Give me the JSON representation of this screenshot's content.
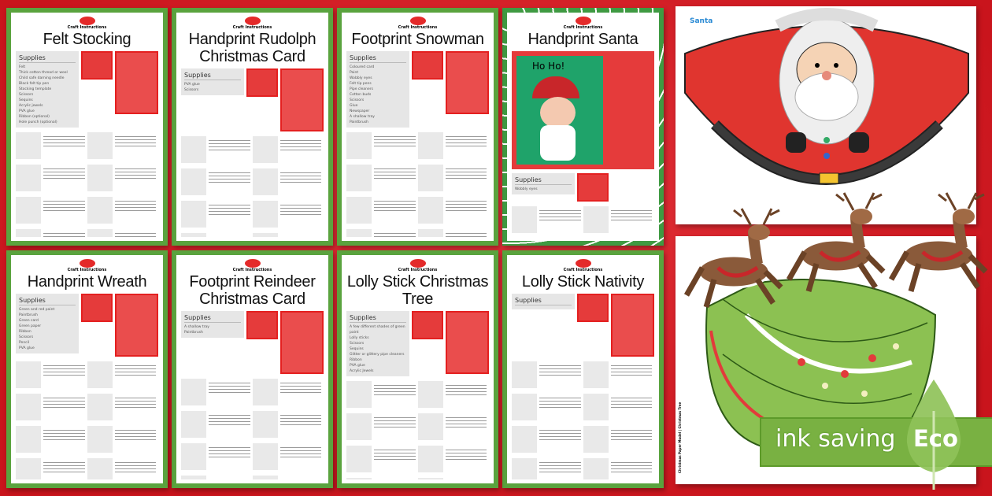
{
  "common": {
    "craft_label": "Craft Instructions",
    "supplies_label": "Supplies"
  },
  "pages": [
    {
      "id": "rudolph",
      "title": "Handprint Rudolph Christmas Card",
      "supplies": [
        "PVA glue",
        "Scissors"
      ]
    },
    {
      "id": "stocking",
      "title": "Felt Stocking",
      "supplies": [
        "Felt",
        "Thick cotton thread or wool",
        "Child safe darning needle",
        "Black felt tip pen",
        "Stocking template",
        "Scissors",
        "Sequins",
        "Acrylic jewels",
        "PVA glue",
        "Ribbon (optional)",
        "Hole punch (optional)"
      ]
    },
    {
      "id": "santa",
      "title": "Handprint Santa",
      "card_text": "Ho Ho!",
      "supplies": [
        "Wobbly eyes"
      ]
    },
    {
      "id": "snowman",
      "title": "Footprint Snowman",
      "supplies": [
        "Coloured card",
        "Paint",
        "Wobbly eyes",
        "Felt tip pens",
        "Pipe cleaners",
        "Cotton buds",
        "Scissors",
        "Glue",
        "Newspaper",
        "A shallow tray",
        "Paintbrush"
      ]
    },
    {
      "id": "reindeer",
      "title": "Footprint Reindeer Christmas Card",
      "supplies": [
        "A shallow tray",
        "Paintbrush"
      ]
    },
    {
      "id": "wreath",
      "title": "Handprint Wreath",
      "supplies": [
        "Green and red paint",
        "Paintbrush",
        "Green card",
        "Green paper",
        "Ribbon",
        "Scissors",
        "Pencil",
        "PVA glue"
      ]
    },
    {
      "id": "nativity",
      "title": "Lolly Stick Nativity",
      "supplies": []
    },
    {
      "id": "tree",
      "title": "Lolly Stick Christmas Tree",
      "supplies": [
        "A few different shades of green paint",
        "Lolly sticks",
        "Scissors",
        "Sequins",
        "Glitter or glittery pipe cleaners",
        "Ribbon",
        "PVA glue",
        "Acrylic Jewels"
      ]
    }
  ],
  "santa_model": {
    "title": "Santa"
  },
  "tree_model": {
    "footer": "Christmas Paper Model | Christmas Tree"
  },
  "badge": {
    "text": "ink saving",
    "eco": "Eco"
  },
  "colors": {
    "background": "#d8232a",
    "frame": "#5aa33e",
    "badge": "#79b142"
  }
}
